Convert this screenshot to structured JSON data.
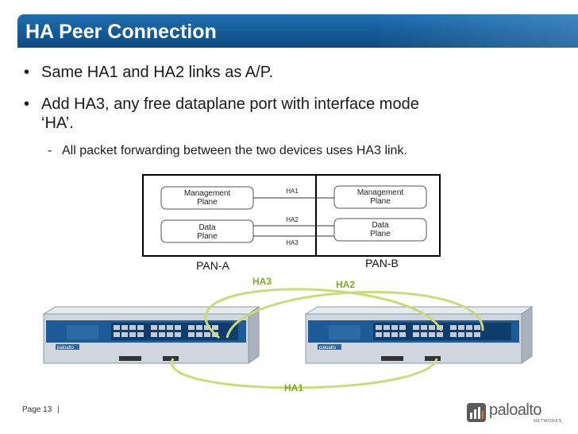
{
  "slide": {
    "title": "HA Peer Connection",
    "bullets": [
      {
        "marker": "•",
        "lines": [
          "Same HA1 and HA2 links as A/P."
        ]
      },
      {
        "marker": "•",
        "lines": [
          "Add HA3, any free dataplane port with interface mode",
          "‘HA’."
        ]
      }
    ],
    "sub_bullet": {
      "marker": "-",
      "text": "All packet forwarding between the two devices uses HA3 link."
    }
  },
  "diagram": {
    "left_box": {
      "label": "PAN-A",
      "mgmt": [
        "Management",
        "Plane"
      ],
      "data": [
        "Data",
        "Plane"
      ]
    },
    "right_box": {
      "label": "PAN-B",
      "mgmt": [
        "Management",
        "Plane"
      ],
      "data": [
        "Data",
        "Plane"
      ]
    },
    "links": {
      "ha1": "HA1",
      "ha2": "HA2",
      "ha3": "HA3"
    }
  },
  "cables": {
    "ha3": "HA3",
    "ha2": "HA2",
    "ha1": "HA1",
    "color": "#c8dc7a"
  },
  "device": {
    "brand": "paloalto"
  },
  "footer": {
    "page": "Page 13",
    "separator": "|"
  },
  "logo": {
    "word": "paloalto",
    "sub": "NETWORKS"
  },
  "colors": {
    "title_bar": "#155a95",
    "cable": "#c8dc7a",
    "cable_label": "#7faa1c"
  }
}
